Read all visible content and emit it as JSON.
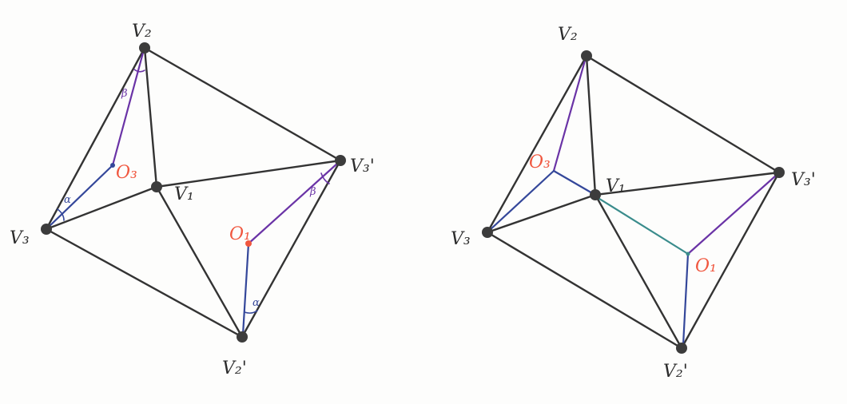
{
  "colors": {
    "edge": "#333333",
    "vertex": "#3c3c3c",
    "blue": "#34479a",
    "purple": "#6a33a6",
    "teal": "#3a8c8c",
    "red": "#f0573f"
  },
  "figures": [
    {
      "id": "left",
      "labels": {
        "V2": "V₂",
        "V3": "V₃",
        "V1": "V₁",
        "V3p": "V₃'",
        "V2p": "V₂'",
        "O3": "O₃",
        "O1": "O₁",
        "alpha_top": "α",
        "beta_top": "β",
        "beta_right": "β",
        "alpha_bottom": "α"
      }
    },
    {
      "id": "right",
      "labels": {
        "V2": "V₂",
        "V3": "V₃",
        "V1": "V₁",
        "V3p": "V₃'",
        "V2p": "V₂'",
        "O3": "O₃",
        "O1": "O₁"
      }
    }
  ]
}
